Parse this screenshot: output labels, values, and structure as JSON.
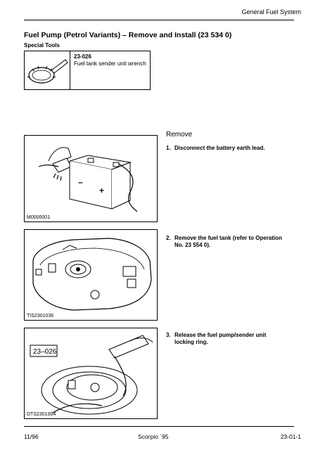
{
  "header": {
    "section": "General Fuel System"
  },
  "title": "Fuel Pump (Petrol Variants) – Remove and Install (23 534 0)",
  "special_tools": {
    "heading": "Special Tools",
    "tool": {
      "number": "23-026",
      "description": "Fuel tank sender unit wrench"
    }
  },
  "section_head": "Remove",
  "steps": [
    {
      "num": "1.",
      "text": "Disconnect the battery earth lead."
    },
    {
      "num": "2.",
      "text": "Remove the fuel tank (refer to Operation No. 23 554 0)."
    },
    {
      "num": "3.",
      "text": "Release the fuel pump/sender unit locking ring."
    }
  ],
  "figures": [
    {
      "caption": "M0000001"
    },
    {
      "caption": "TIS2301036"
    },
    {
      "caption": "DTS2301004",
      "label": "23–026"
    }
  ],
  "footer": {
    "date": "11/96",
    "model": "Scorpio `95",
    "page": "23-01-1"
  }
}
